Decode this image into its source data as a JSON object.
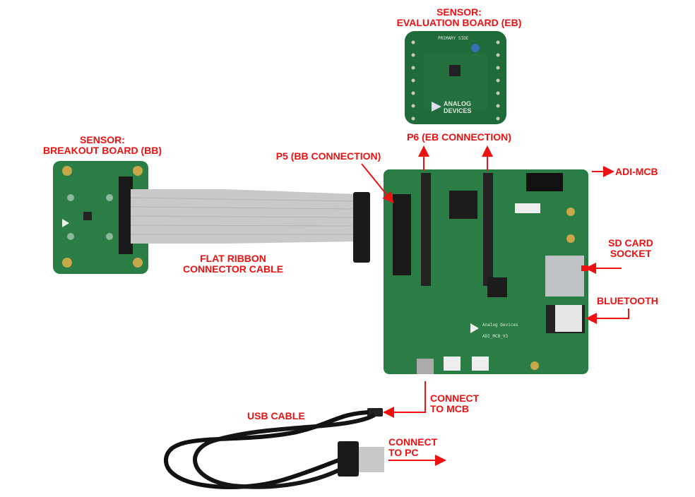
{
  "labels": {
    "eb_title_1": "SENSOR:",
    "eb_title_2": "EVALUATION BOARD (EB)",
    "bb_title_1": "SENSOR:",
    "bb_title_2": "BREAKOUT BOARD (BB)",
    "p6": "P6 (EB CONNECTION)",
    "p5": "P5 (BB CONNECTION)",
    "adi_mcb": "ADI-MCB",
    "sd_1": "SD CARD",
    "sd_2": "SOCKET",
    "bluetooth": "BLUETOOTH",
    "ribbon_1": "FLAT RIBBON",
    "ribbon_2": "CONNECTOR CABLE",
    "connect_mcb_1": "CONNECT",
    "connect_mcb_2": "TO MCB",
    "usb_cable": "USB CABLE",
    "connect_pc_1": "CONNECT",
    "connect_pc_2": "TO PC"
  },
  "board_text": {
    "eb_logo_1": "ANALOG",
    "eb_logo_2": "DEVICES",
    "eb_primary": "PRIMARY SIDE",
    "mcb_logo": "Analog Devices",
    "mcb_name": "ADI_MCB_V3"
  },
  "colors": {
    "label": "#ee1111",
    "pcb": "#1f6b3a",
    "ribbon": "#c9c9c9"
  }
}
